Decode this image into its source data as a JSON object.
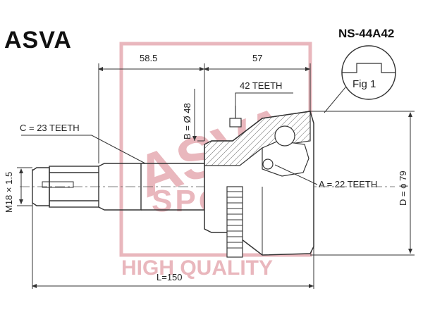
{
  "brand": "ASVA",
  "part_number": "NS-44A42",
  "fig_label": "Fig 1",
  "watermark": {
    "text": "HIGH QUALITY",
    "logo_letters": "ASVA",
    "logo_sub": "SPORT",
    "color": "#e9b7bd"
  },
  "dimensions": {
    "len_left": "58.5",
    "len_right": "57",
    "outer_teeth": "42 TEETH",
    "bore_diameter": "B = Ø 48",
    "spline_teeth": "C = 23 TEETH",
    "thread": "M18 × 1.5",
    "inner_teeth": "A = 22 TEETH",
    "outer_diameter": "D = ϕ 79",
    "total_length": "L=150"
  },
  "colors": {
    "line": "#333333",
    "hatch": "#555555"
  }
}
